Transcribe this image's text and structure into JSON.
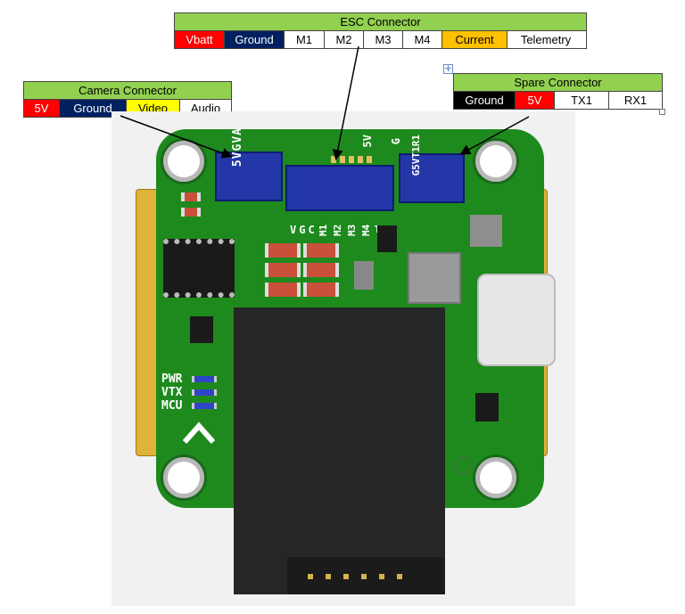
{
  "esc": {
    "title": "ESC Connector",
    "pins": [
      {
        "label": "Vbatt",
        "bg": "#ff0000",
        "fg": "#ffffff"
      },
      {
        "label": "Ground",
        "bg": "#002060",
        "fg": "#ffffff"
      },
      {
        "label": "M1",
        "bg": "#ffffff",
        "fg": "#000000"
      },
      {
        "label": "M2",
        "bg": "#ffffff",
        "fg": "#000000"
      },
      {
        "label": "M3",
        "bg": "#ffffff",
        "fg": "#000000"
      },
      {
        "label": "M4",
        "bg": "#ffffff",
        "fg": "#000000"
      },
      {
        "label": "Current",
        "bg": "#ffc000",
        "fg": "#000000"
      },
      {
        "label": "Telemetry",
        "bg": "#ffffff",
        "fg": "#000000"
      }
    ]
  },
  "camera": {
    "title": "Camera Connector",
    "pins": [
      {
        "label": "5V",
        "bg": "#ff0000",
        "fg": "#ffffff"
      },
      {
        "label": "Ground",
        "bg": "#002060",
        "fg": "#ffffff"
      },
      {
        "label": "Video",
        "bg": "#ffff00",
        "fg": "#000000"
      },
      {
        "label": "Audio",
        "bg": "#ffffff",
        "fg": "#000000"
      }
    ]
  },
  "spare": {
    "title": "Spare Connector",
    "pins": [
      {
        "label": "Ground",
        "bg": "#000000",
        "fg": "#ffffff"
      },
      {
        "label": "5V",
        "bg": "#ff0000",
        "fg": "#ffffff"
      },
      {
        "label": "TX1",
        "bg": "#ffffff",
        "fg": "#000000"
      },
      {
        "label": "RX1",
        "bg": "#ffffff",
        "fg": "#000000"
      }
    ]
  },
  "board": {
    "silk_camera": "5VGVA",
    "silk_esc_top": "5V",
    "silk_esc_g": "G",
    "silk_spare": "G5VT1R1",
    "silk_esc_bottom": [
      "V",
      "G",
      "C",
      "M1",
      "M2",
      "M3",
      "M4",
      "T"
    ],
    "leds": [
      "PWR",
      "VTX",
      "MCU"
    ]
  }
}
